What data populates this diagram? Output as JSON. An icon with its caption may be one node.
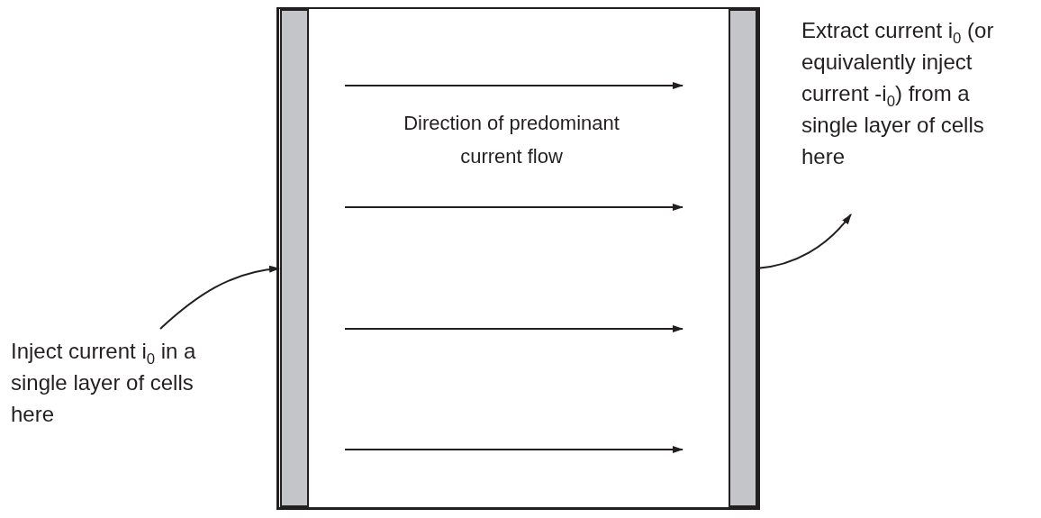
{
  "diagram": {
    "nodes": [
      {
        "text": [],
        "shape": "box"
      },
      {
        "text": [],
        "shape": "bar",
        "in": 0
      },
      {
        "text": [],
        "shape": "bar",
        "in": 0
      },
      {
        "text": [
          "Inject current i$_{0}$ in a single layer of cells here"
        ]
      },
      {
        "text": [
          "Extract current i$_{0}$ (or equivalently inject current -i$_{0}$) from a single layer of cells here"
        ]
      }
    ],
    "edges": [
      {
        "from": 3,
        "to": 1,
        "arrow": "to"
      },
      {
        "from": 2,
        "to": 4,
        "arrow": "to"
      }
    ],
    "labels": [
      "Direction of predominant current flow"
    ]
  }
}
